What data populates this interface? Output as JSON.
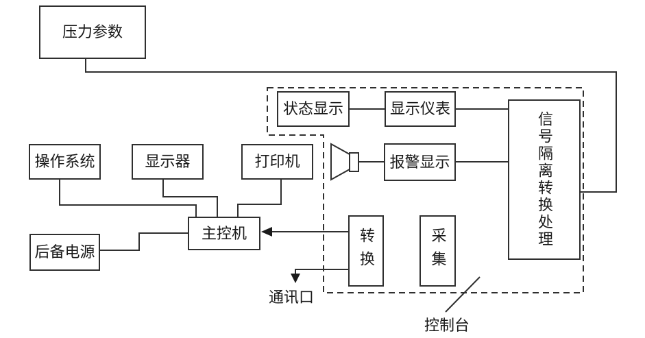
{
  "colors": {
    "line": "#2f2f2f",
    "text": "#1a1a1a",
    "background": "#ffffff"
  },
  "nodes": {
    "pressure_params": {
      "label": "压力参数"
    },
    "status_display": {
      "label": "状态显示"
    },
    "display_meter": {
      "label": "显示仪表"
    },
    "alarm_display": {
      "label": "报警显示"
    },
    "operating_system": {
      "label": "操作系统"
    },
    "monitor": {
      "label": "显示器"
    },
    "printer": {
      "label": "打印机"
    },
    "main_controller": {
      "label": "主控机"
    },
    "backup_power": {
      "label": "后备电源"
    },
    "converter": {
      "label": "转换"
    },
    "collector": {
      "label": "采集"
    },
    "signal_processor": {
      "label": "信号隔离转换处理"
    }
  },
  "annotations": {
    "comm_port": {
      "label": "通讯口"
    },
    "console": {
      "label": "控制台"
    }
  },
  "icons": {
    "speaker": "speaker-horn-icon"
  }
}
